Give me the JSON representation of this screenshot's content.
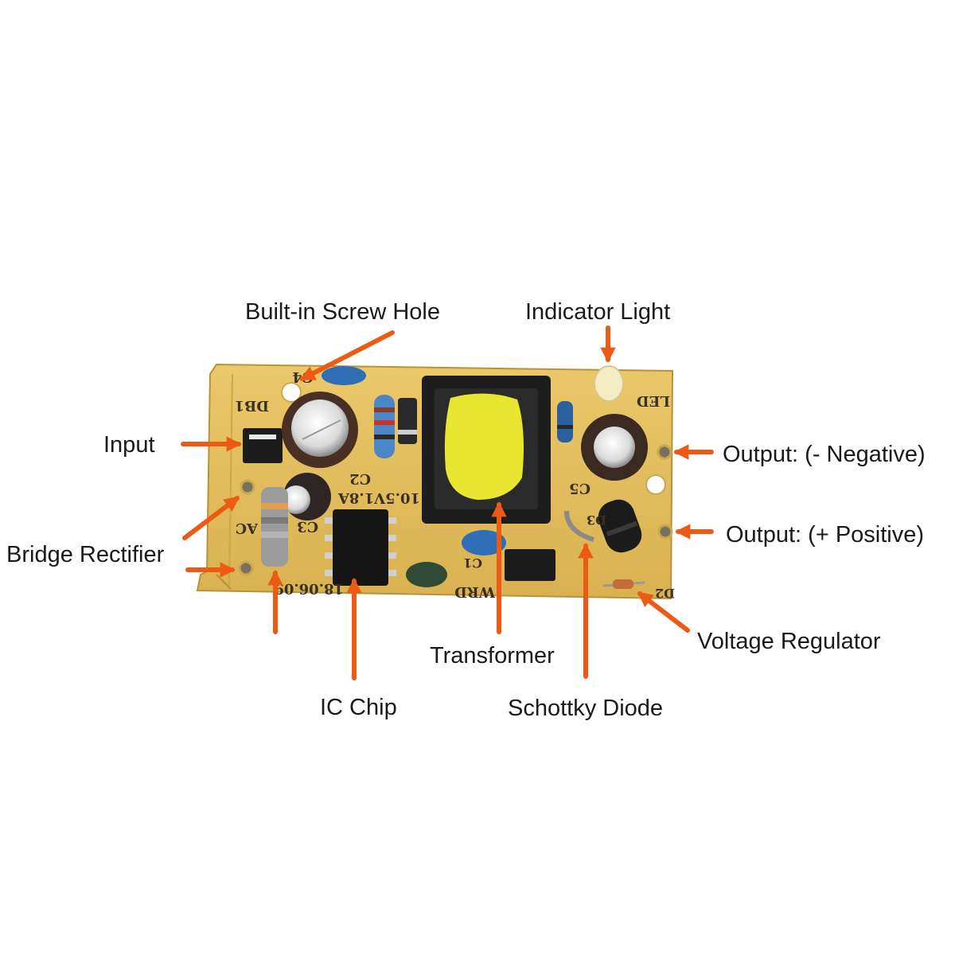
{
  "diagram": {
    "accent_color": "#ec5a14",
    "board_color": "#e3bf5f",
    "labels": {
      "screw_hole": "Built-in Screw Hole",
      "indicator_light": "Indicator Light",
      "input": "Input",
      "output_negative": "Output: (- Negative)",
      "output_positive": "Output: (+ Positive)",
      "bridge_rectifier": "Bridge Rectifier",
      "voltage_regulator": "Voltage Regulator",
      "transformer": "Transformer",
      "ic_chip": "IC Chip",
      "schottky_diode": "Schottky Diode"
    },
    "silkscreen": {
      "db1": "DB1",
      "c1": "C1",
      "c2": "C2",
      "c3": "C3",
      "c4": "C4",
      "c5": "C5",
      "ac": "AC",
      "rating": "10.5V1.8A",
      "date": "18.06.09",
      "wrd": "WRD",
      "led": "LED",
      "d2": "D2",
      "d3": "D3"
    }
  }
}
